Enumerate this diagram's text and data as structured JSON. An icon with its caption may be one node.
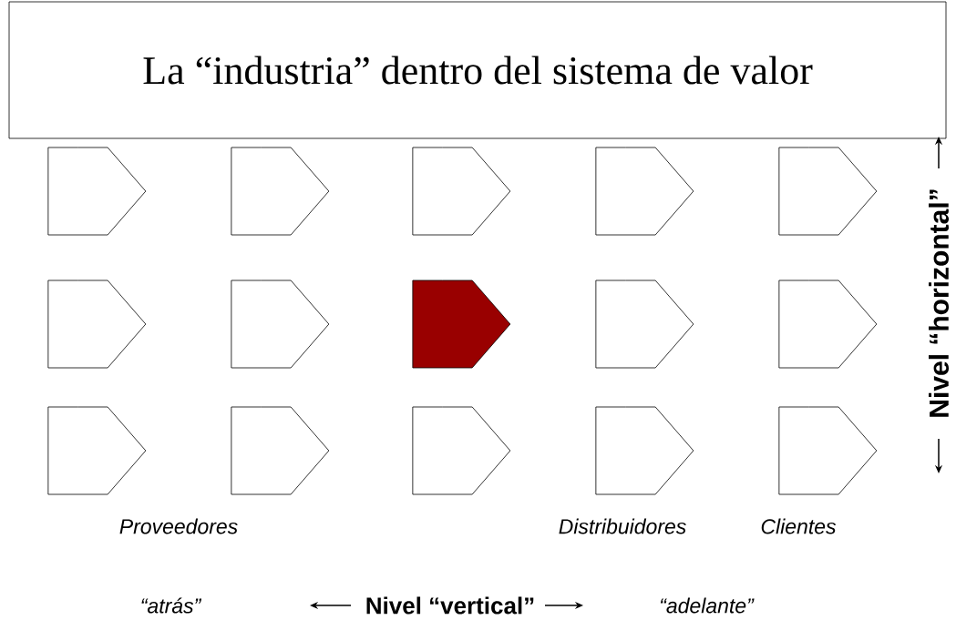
{
  "diagram": {
    "nodes": [
      {
        "text": [
          "La “industria” dentro del sistema de valor"
        ]
      },
      {
        "text": [],
        "shape": "pentagon"
      },
      {
        "text": [],
        "shape": "pentagon"
      },
      {
        "text": [],
        "shape": "pentagon"
      },
      {
        "text": [],
        "shape": "pentagon"
      },
      {
        "text": [],
        "shape": "pentagon"
      },
      {
        "text": [],
        "shape": "pentagon"
      },
      {
        "text": [],
        "shape": "pentagon"
      },
      {
        "text": [],
        "shape": "pentagon"
      },
      {
        "text": [],
        "shape": "pentagon"
      },
      {
        "text": [],
        "shape": "pentagon"
      },
      {
        "text": [],
        "shape": "pentagon"
      },
      {
        "text": [],
        "shape": "pentagon"
      },
      {
        "text": [],
        "shape": "pentagon"
      },
      {
        "text": [],
        "shape": "pentagon"
      },
      {
        "text": [],
        "shape": "pentagon"
      }
    ],
    "labels": [
      "Nivel “horizontal”",
      "Proveedores",
      "Distribuidores",
      "Clientes",
      "“*atrás*”",
      "Nivel “vertical”",
      "“*adelante*”"
    ]
  }
}
